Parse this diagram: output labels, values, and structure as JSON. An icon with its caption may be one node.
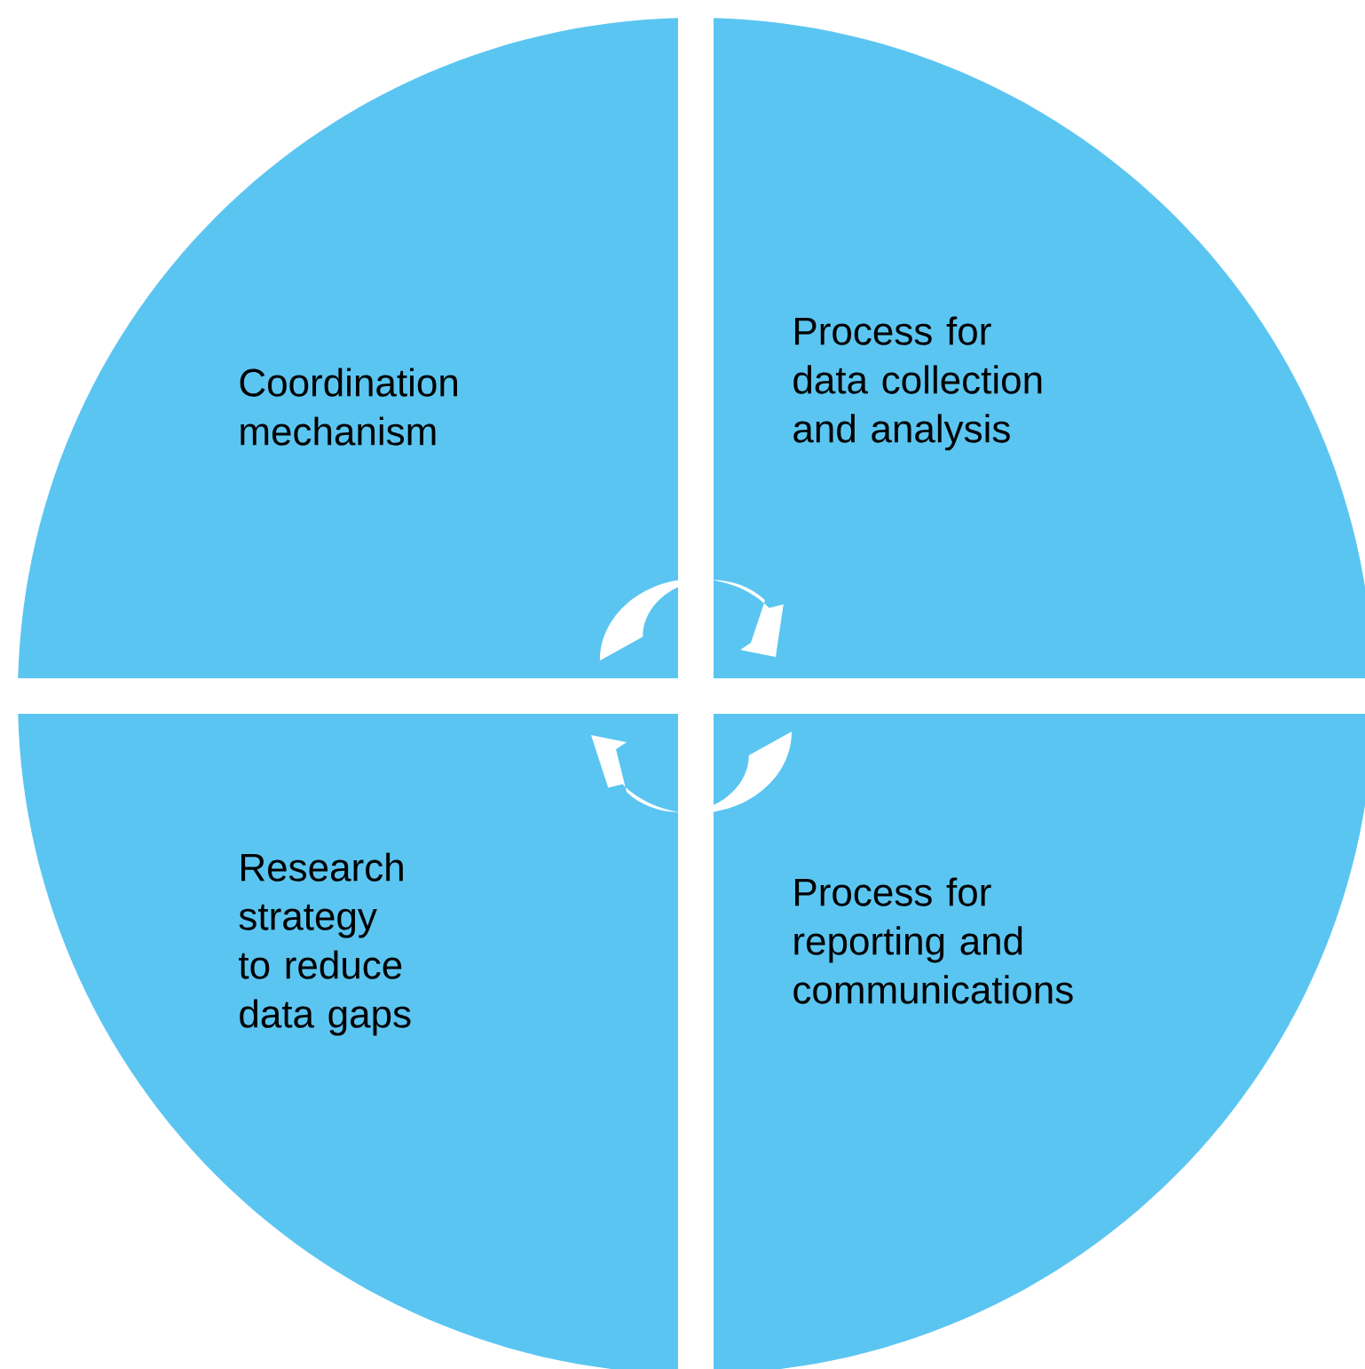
{
  "diagram": {
    "nodes": [
      {
        "text": [
          "Coordination mechanism"
        ]
      },
      {
        "text": [
          "Process for data collection and analysis"
        ]
      },
      {
        "text": [
          "Research strategy to reduce data gaps"
        ]
      },
      {
        "text": [
          "Process for reporting and communications"
        ]
      }
    ]
  }
}
